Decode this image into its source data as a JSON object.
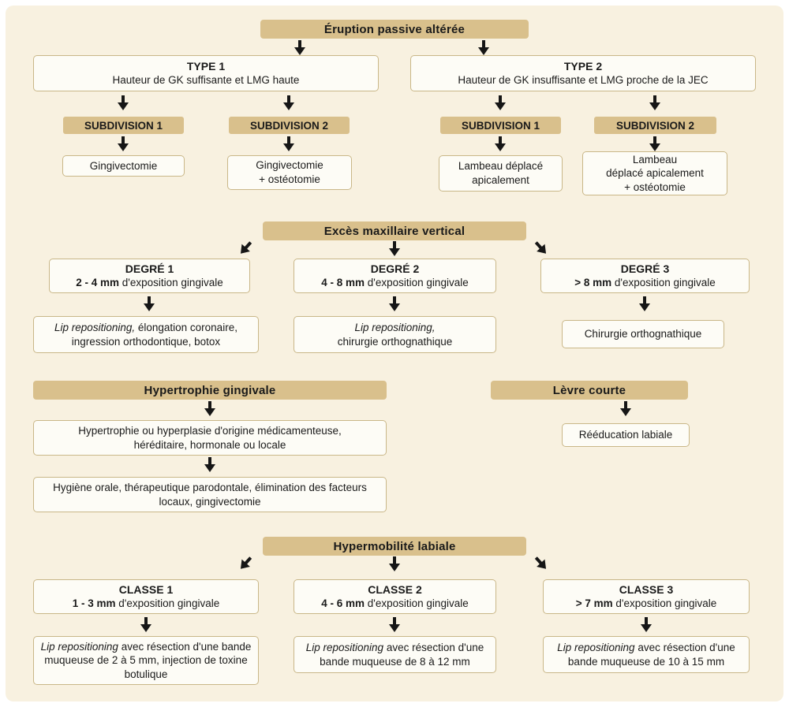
{
  "colors": {
    "canvas_bg": "#f8f1e0",
    "header_bg": "#d9c08c",
    "box_bg": "#fdfcf6",
    "box_border": "#c9b788",
    "arrow": "#161616",
    "text": "#1a1a1a"
  },
  "eruption": {
    "title": "Éruption passive altérée",
    "type1": {
      "title": "TYPE 1",
      "subtitle": "Hauteur de GK suffisante et LMG haute",
      "subdivision1": {
        "label": "SUBDIVISION 1",
        "result": "Gingivectomie"
      },
      "subdivision2": {
        "label": "SUBDIVISION 2",
        "result": "Gingivectomie\n+ ostéotomie"
      }
    },
    "type2": {
      "title": "TYPE 2",
      "subtitle": "Hauteur de GK insuffisante et LMG proche de la JEC",
      "subdivision1": {
        "label": "SUBDIVISION 1",
        "result": "Lambeau déplacé\napicalement"
      },
      "subdivision2": {
        "label": "SUBDIVISION 2",
        "result": "Lambeau\ndéplacé apicalement\n+ ostéotomie"
      }
    }
  },
  "exces": {
    "title": "Excès maxillaire vertical",
    "degre1": {
      "title": "DEGRÉ 1",
      "range": "2 - 4 mm",
      "range_rest": " d'exposition gingivale",
      "treatment_italic": "Lip repositioning,",
      "treatment_rest": " élongation coronaire, ingression orthodontique, botox"
    },
    "degre2": {
      "title": "DEGRÉ 2",
      "range": "4 - 8 mm",
      "range_rest": " d'exposition gingivale",
      "treatment_italic": "Lip repositioning,",
      "treatment_rest": "chirurgie orthognathique"
    },
    "degre3": {
      "title": "DEGRÉ 3",
      "range": "> 8 mm",
      "range_rest": " d'exposition gingivale",
      "treatment": "Chirurgie orthognathique"
    }
  },
  "hypertrophie": {
    "title": "Hypertrophie gingivale",
    "cause": "Hypertrophie ou hyperplasie d'origine médicamenteuse,\nhéréditaire, hormonale ou locale",
    "treatment": "Hygiène orale, thérapeutique parodontale, élimination des facteurs\nlocaux, gingivectomie"
  },
  "levre": {
    "title": "Lèvre courte",
    "treatment": "Rééducation labiale"
  },
  "hypermobilite": {
    "title": "Hypermobilité labiale",
    "classe1": {
      "title": "CLASSE 1",
      "range": "1 - 3 mm",
      "range_rest": " d'exposition gingivale",
      "treatment_italic": "Lip repositioning",
      "treatment_rest": " avec résection d'une bande muqueuse de 2 à 5 mm, injection de toxine botulique"
    },
    "classe2": {
      "title": "CLASSE 2",
      "range": "4 - 6 mm",
      "range_rest": " d'exposition gingivale",
      "treatment_italic": "Lip repositioning",
      "treatment_rest": " avec résection d'une bande muqueuse de 8 à 12 mm"
    },
    "classe3": {
      "title": "CLASSE 3",
      "range": "> 7 mm",
      "range_rest": " d'exposition gingivale",
      "treatment_italic": "Lip repositioning",
      "treatment_rest": " avec résection d'une bande muqueuse de 10 à 15 mm"
    }
  }
}
